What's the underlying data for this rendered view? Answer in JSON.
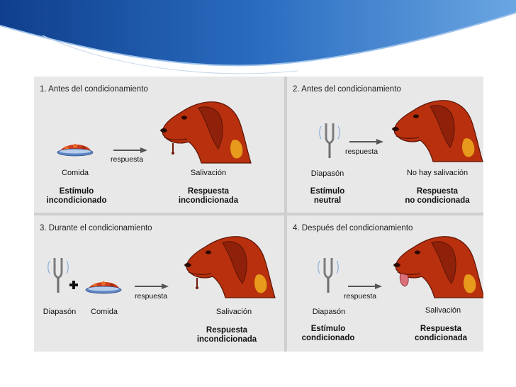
{
  "colors": {
    "banner_dark": "#1a4f9c",
    "banner_light": "#6aa6e2",
    "panel_bg": "#e8e8e8",
    "dog_body": "#b8300e",
    "dog_dark": "#6e1808",
    "dog_spot": "#e79a1c",
    "food": "#cc3a1a"
  },
  "icons": [
    "dog-head",
    "food-bowl",
    "tuning-fork",
    "plus-sign",
    "arrow-right"
  ],
  "panels": [
    {
      "title": "1. Antes del condicionamiento",
      "stimulus_label": "Comida",
      "arrow_label": "respuesta",
      "response_label": "Salivación",
      "stimulus_type_1": "Estímulo",
      "stimulus_type_2": "incondicionado",
      "response_type_1": "Respuesta",
      "response_type_2": "incondicionada"
    },
    {
      "title": "2. Antes del condicionamiento",
      "stimulus_label": "Diapasón",
      "arrow_label": "respuesta",
      "response_label": "No hay salivación",
      "stimulus_type_1": "Estímulo",
      "stimulus_type_2": "neutral",
      "response_type_1": "Respuesta",
      "response_type_2": "no condicionada"
    },
    {
      "title": "3. Durante el condicionamiento",
      "stimulus_label_a": "Diapasón",
      "stimulus_label_b": "Comida",
      "arrow_label": "respuesta",
      "response_label": "Salivación",
      "response_type_1": "Respuesta",
      "response_type_2": "incondicionada"
    },
    {
      "title": "4. Después del condicionamiento",
      "stimulus_label": "Diapasón",
      "arrow_label": "respuesta",
      "response_label": "Salivación",
      "stimulus_type_1": "Estímulo",
      "stimulus_type_2": "condicionado",
      "response_type_1": "Respuesta",
      "response_type_2": "condicionada"
    }
  ]
}
